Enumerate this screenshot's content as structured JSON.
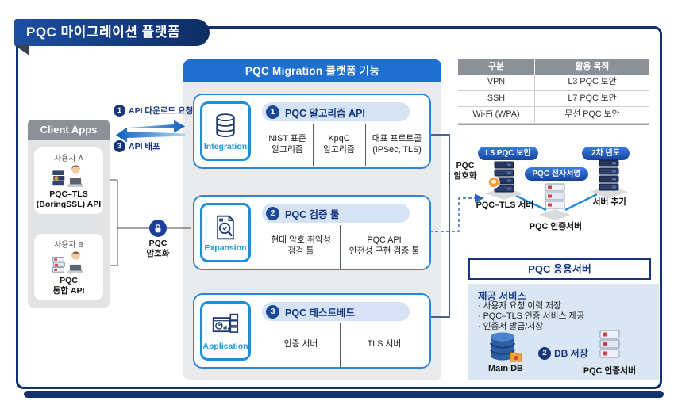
{
  "banner": {
    "title": "PQC 마이그레이션 플랫폼"
  },
  "usage_table": {
    "headers": [
      "구분",
      "활용 목적"
    ],
    "rows": [
      [
        "VPN",
        "L3 PQC 보안"
      ],
      [
        "SSH",
        "L7 PQC 보안"
      ],
      [
        "Wi-Fi (WPA)",
        "무선 PQC 보안"
      ]
    ]
  },
  "client_apps": {
    "title": "Client Apps",
    "users": [
      {
        "name": "사용자 A",
        "api": "PQC–TLS\n(BoringSSL) API"
      },
      {
        "name": "사용자 B",
        "api": "PQC\n통합 API"
      }
    ]
  },
  "flows": {
    "download": {
      "num": "1",
      "label": "API 다운로드 요청"
    },
    "deploy": {
      "num": "3",
      "label": "API 배포"
    },
    "encrypt": "PQC\n암호화",
    "db_store": {
      "num": "2",
      "label": "DB 저장"
    }
  },
  "platform": {
    "title": "PQC Migration 플랫폼 기능",
    "sections": [
      {
        "num": "1",
        "title": "PQC 알고리즘 API",
        "tag": "Integration",
        "items": [
          "NIST 표준\n알고리즘",
          "KpqC\n알고리즘",
          "대표 프로토콜\n(IPSec, TLS)"
        ]
      },
      {
        "num": "2",
        "title": "PQC 검증 툴",
        "tag": "Expansion",
        "items": [
          "현대 암호 취약성\n점검 툴",
          "PQC API\n안전성 구현 검증 툴"
        ]
      },
      {
        "num": "3",
        "title": "PQC 테스트베드",
        "tag": "Application",
        "items": [
          "인증 서버",
          "TLS 서버"
        ]
      }
    ]
  },
  "cluster": {
    "badge_l5": "L5 PQC 보안",
    "badge_sign": "PQC 전자서명",
    "badge_year": "2차 년도",
    "tls_server": "PQC–TLS 서버",
    "cert_server": "PQC 인증서버",
    "add_server": "서버 추가"
  },
  "app_server": {
    "title": "PQC 응용서버",
    "services_title": "제공 서비스",
    "services": [
      "· 사용자 요청 이력 저장",
      "· PQC–TLS 인증 서비스 제공",
      "· 인증서 발급/저장"
    ],
    "db_label": "Main DB",
    "cert_label": "PQC 인증서버"
  },
  "colors": {
    "navy": "#13316e",
    "accent_blue": "#1e6fd0",
    "section_border": "#2f86d6",
    "pill_bg": "#d6e3f4",
    "badge_blue": "#16439c",
    "panel_blue": "#dbe6f4",
    "gray_header": "#8c9097",
    "dashed_blue": "#2b66c4"
  }
}
